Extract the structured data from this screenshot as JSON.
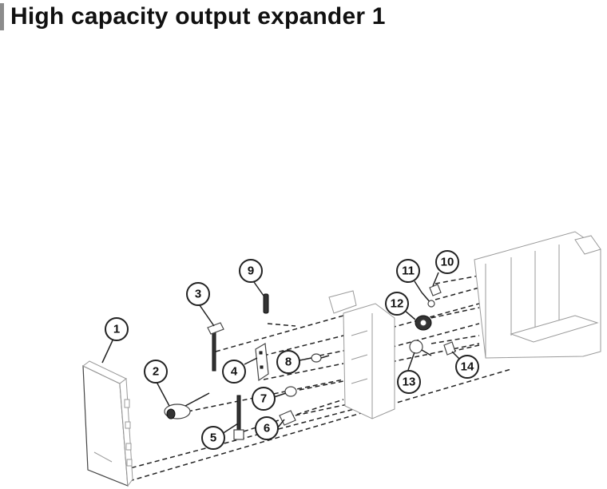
{
  "header": {
    "title": "High capacity output expander 1",
    "accent_color": "#8c8c8c"
  },
  "diagram": {
    "callouts": [
      {
        "id": "callout-1",
        "label": "1"
      },
      {
        "id": "callout-2",
        "label": "2"
      },
      {
        "id": "callout-3",
        "label": "3"
      },
      {
        "id": "callout-4",
        "label": "4"
      },
      {
        "id": "callout-5",
        "label": "5"
      },
      {
        "id": "callout-6",
        "label": "6"
      },
      {
        "id": "callout-7",
        "label": "7"
      },
      {
        "id": "callout-8",
        "label": "8"
      },
      {
        "id": "callout-9",
        "label": "9"
      },
      {
        "id": "callout-10",
        "label": "10"
      },
      {
        "id": "callout-11",
        "label": "11"
      },
      {
        "id": "callout-12",
        "label": "12"
      },
      {
        "id": "callout-13",
        "label": "13"
      },
      {
        "id": "callout-14",
        "label": "14"
      }
    ]
  }
}
